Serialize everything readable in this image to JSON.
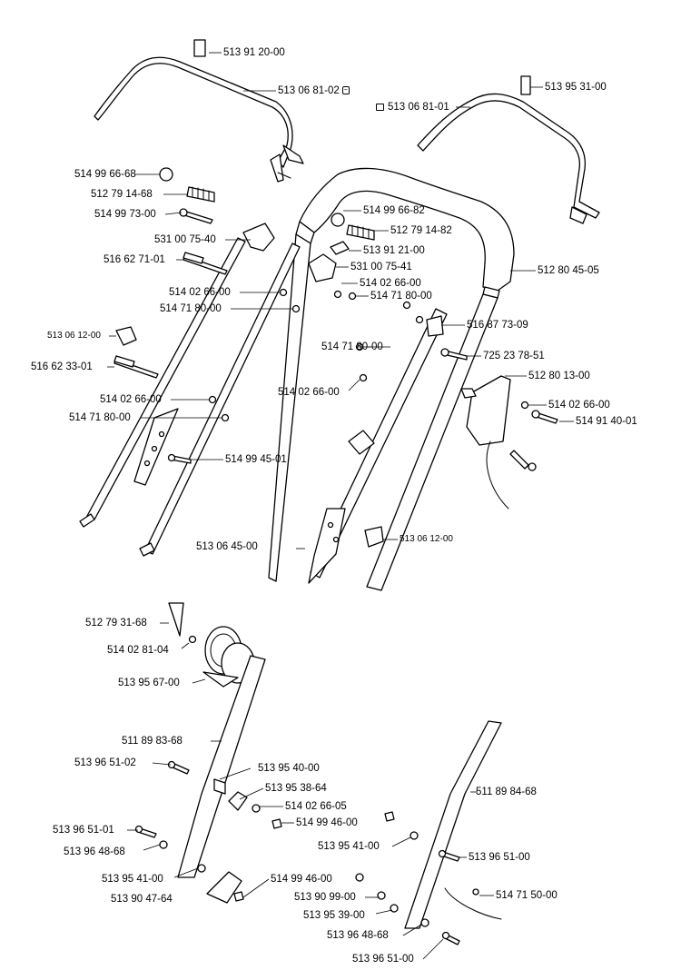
{
  "labels": [
    {
      "text": "513 91 20-00"
    },
    {
      "text": "513 06 81-02"
    },
    {
      "text": "513 95 31-00"
    },
    {
      "text": "513 06 81-01"
    },
    {
      "text": "514 99 66-68"
    },
    {
      "text": "512 79 14-68"
    },
    {
      "text": "514 99 73-00"
    },
    {
      "text": "514 99 66-82"
    },
    {
      "text": "512 79 14-82"
    },
    {
      "text": "531 00 75-40"
    },
    {
      "text": "513 91 21-00"
    },
    {
      "text": "516 62 71-01"
    },
    {
      "text": "531 00 75-41"
    },
    {
      "text": "512 80 45-05"
    },
    {
      "text": "514 02 66-00"
    },
    {
      "text": "514 02 66-00"
    },
    {
      "text": "514 71 80-00"
    },
    {
      "text": "514 71 80-00"
    },
    {
      "text": "513 06 12-00"
    },
    {
      "text": "516 87 73-09"
    },
    {
      "text": "514 71 80-00"
    },
    {
      "text": "516 62 33-01"
    },
    {
      "text": "725 23 78-51"
    },
    {
      "text": "512 80 13-00"
    },
    {
      "text": "514 02 66-00"
    },
    {
      "text": "514 02 66-00"
    },
    {
      "text": "514 02 66-00"
    },
    {
      "text": "514 91 40-01"
    },
    {
      "text": "514 71 80-00"
    },
    {
      "text": "514 99 45-01"
    },
    {
      "text": "513 06 12-00"
    },
    {
      "text": "513 06 45-00"
    },
    {
      "text": "512 79 31-68"
    },
    {
      "text": "514 02 81-04"
    },
    {
      "text": "513 95 67-00"
    },
    {
      "text": "511 89 83-68"
    },
    {
      "text": "513 96 51-02"
    },
    {
      "text": "513 95 40-00"
    },
    {
      "text": "513 95 38-64"
    },
    {
      "text": "511 89 84-68"
    },
    {
      "text": "514 02 66-05"
    },
    {
      "text": "513 96 51-01"
    },
    {
      "text": "514 99 46-00"
    },
    {
      "text": "513 96 48-68"
    },
    {
      "text": "513 95 41-00"
    },
    {
      "text": "513 96 51-00"
    },
    {
      "text": "513 95 41-00"
    },
    {
      "text": "514 99 46-00"
    },
    {
      "text": "513 90 47-64"
    },
    {
      "text": "513 90 99-00"
    },
    {
      "text": "514 71 50-00"
    },
    {
      "text": "513 95 39-00"
    },
    {
      "text": "513 96 48-68"
    },
    {
      "text": "513 96 51-00"
    }
  ]
}
